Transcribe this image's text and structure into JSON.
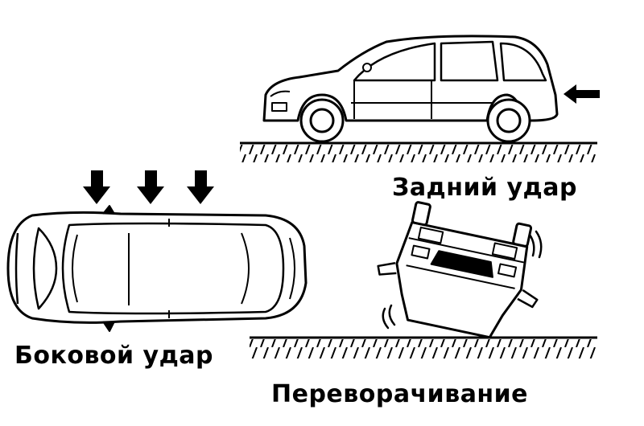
{
  "captions": {
    "rear_impact": "Задний удар",
    "side_impact": "Боковой удар",
    "rollover": "Переворачивание"
  },
  "colors": {
    "ink": "#000000",
    "paper": "#ffffff"
  },
  "icons": [
    "arrow-left-icon",
    "arrow-down-icon",
    "motion-lines-icon"
  ]
}
